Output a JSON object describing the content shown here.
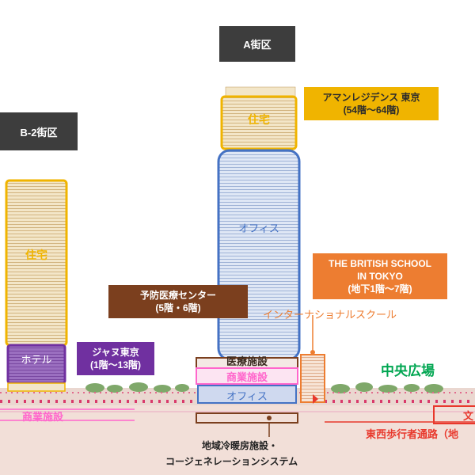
{
  "districts": {
    "a": "A街区",
    "b2": "B-2街区"
  },
  "tower_a": {
    "residence": "住宅",
    "office": "オフィス",
    "medical": "医療施設",
    "commercial": "商業施設",
    "office_podium": "オフィス"
  },
  "tower_b": {
    "residence": "住宅",
    "hotel": "ホテル"
  },
  "callouts": {
    "aman": {
      "line1": "アマンレジデンス 東京",
      "line2": "(54階～64階)"
    },
    "clinic": {
      "line1": "予防医療センター",
      "line2": "(5階・6階)"
    },
    "school": {
      "line1": "THE BRITISH SCHOOL",
      "line2": "IN TOKYO",
      "line3": "(地下1階～7階)"
    },
    "janu": {
      "line1": "ジャヌ東京",
      "line2": "(1階～13階)"
    }
  },
  "labels": {
    "intl_school": "インターナショナルスクール",
    "central_plaza": "中央広場",
    "commercial_lower": "商業施設",
    "bunka_fragment": "文",
    "passage": "東西歩行者通路（地",
    "heating_line1": "地域冷暖房施設・",
    "heating_line2": "コージェネレーションシステム"
  },
  "colors": {
    "residence": "#f0b400",
    "office": "#4472c4",
    "hotel": "#7030a0",
    "commercial": "#ff66cc",
    "medical": "#7b3f1e",
    "school": "#ed7d31",
    "plaza": "#00a651",
    "label_dark": "#3d3d3d",
    "passage": "#e8382c",
    "ground": "#f2dfd8"
  }
}
